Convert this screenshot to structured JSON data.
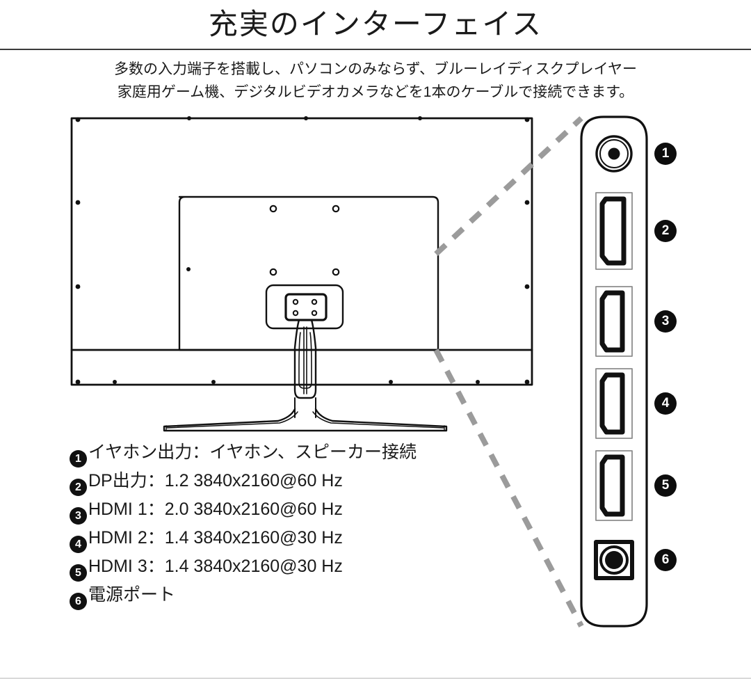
{
  "header": {
    "title": "充実のインターフェイス",
    "subtitle_lines": [
      "多数の入力端子を搭載し、パソコンのみならず、ブルーレイディスクプレイヤー",
      "家庭用ゲーム機、デジタルビデオカメラなどを1本のケーブルで接続できます。"
    ]
  },
  "illustration": {
    "monitor_label": "monitor-rear-view",
    "port_panel_label": "io-port-panel",
    "callout_line_color": "#9a9a9a",
    "outline_color": "#111111"
  },
  "ports": [
    {
      "number": "1",
      "icon": "audio-jack-icon"
    },
    {
      "number": "2",
      "icon": "displayport-icon"
    },
    {
      "number": "3",
      "icon": "hdmi-icon"
    },
    {
      "number": "4",
      "icon": "hdmi-icon"
    },
    {
      "number": "5",
      "icon": "hdmi-icon"
    },
    {
      "number": "6",
      "icon": "power-jack-icon"
    }
  ],
  "legend": [
    {
      "number": "1",
      "text": "イヤホン出力：イヤホン、スピーカー接続"
    },
    {
      "number": "2",
      "text": "DP出力：1.2 3840x2160@60 Hz"
    },
    {
      "number": "3",
      "text": "HDMI 1：2.0 3840x2160@60 Hz"
    },
    {
      "number": "4",
      "text": "HDMI 2：1.4 3840x2160@30 Hz"
    },
    {
      "number": "5",
      "text": "HDMI 3：1.4 3840x2160@30 Hz"
    },
    {
      "number": "6",
      "text": "電源ポート"
    }
  ]
}
